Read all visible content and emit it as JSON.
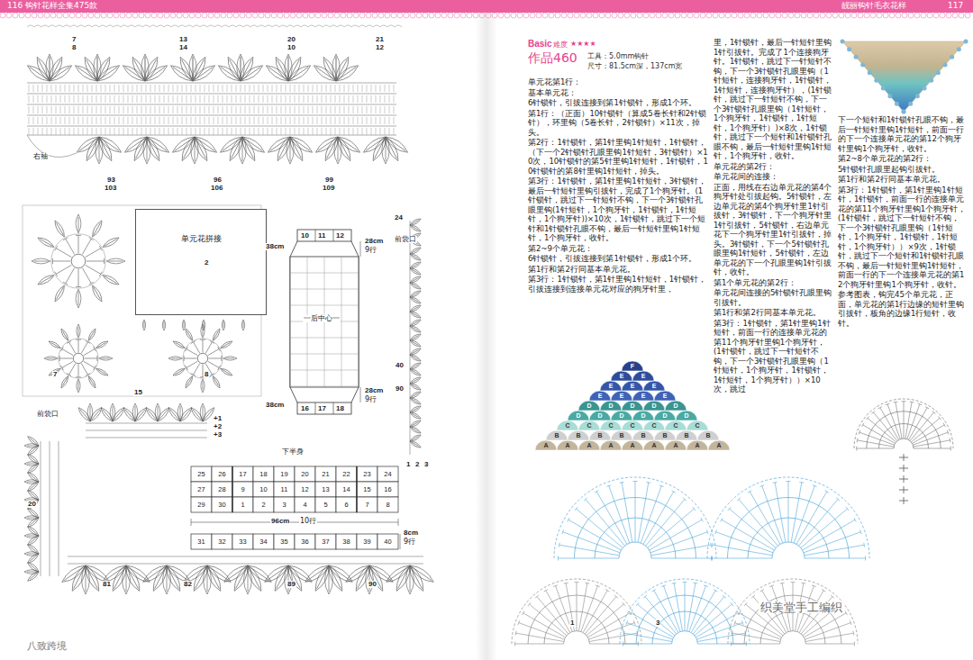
{
  "diagram": {
    "nodes": [
      {
        "text": [
          "116",
          "钩针花样全集475款",
          "靓丽钩针毛衣花样",
          "117"
        ]
      },
      {
        "text": [
          "单元花拼接"
        ]
      }
    ],
    "labels": [
      "7",
      "8",
      "13",
      "14",
      "20",
      "10",
      "21",
      "12",
      "右袖",
      "93",
      "103",
      "96",
      "106",
      "99",
      "109",
      "2",
      "7",
      "8",
      "15",
      "28cm",
      "9行",
      "38cm",
      "38cm",
      "28cm",
      "9行",
      "10",
      "11",
      "12",
      "一后中心一",
      "16",
      "17",
      "18",
      "24",
      "前袋口",
      "40",
      "90",
      "1",
      "2",
      "3",
      "前袋口",
      "+1",
      "+2",
      "+3",
      "20",
      "下半身",
      "25",
      "26",
      "17",
      "18",
      "19",
      "20",
      "21",
      "22",
      "23",
      "24",
      "27",
      "28",
      "9",
      "10",
      "11",
      "12",
      "13",
      "14",
      "15",
      "16",
      "29",
      "30",
      "1",
      "2",
      "3",
      "4",
      "5",
      "6",
      "7",
      "8",
      "31",
      "32",
      "33",
      "34",
      "35",
      "36",
      "37",
      "38",
      "39",
      "40",
      "96cm",
      "10行",
      "8cm",
      "9行",
      "81",
      "82",
      "89",
      "90",
      "Basic",
      "难度",
      "★★★★",
      "作品460",
      "工具：5.0mm钩针",
      "尺寸：81.5cm深，137cm宽",
      "单元花第1行：",
      "基本单元花：",
      "6针锁针，引拔连接到第1针锁针，形成1个环。",
      "第1行：（正面）10针锁针（算成5卷长针和2针锁针），环里钩（5卷长针，2针锁针）×11次，掉头。",
      "第2行：1针锁针，第1针里钩1针短针，1针锁针，（下一个2针锁针孔眼里钩1针短针，3针锁针）×10次，10针锁针的第5针里钩1针短针，1针锁针，10针锁针的第8针里钩1针短针，掉头。",
      "第3行：1针锁针，第1针里钩1针短针，3针锁针，最后一针短针里钩引拔针，完成了1个狗牙针。(1针锁针，跳过下一针短针不钩，下一个3针锁针孔眼里钩(1针短针，1个狗牙针，1针锁针，1针短针，1个狗牙针))×10次，1针锁针，跳过下一个短针和1针锁针孔眼不钩，最后一针短针里钩1针短针，1个狗牙针，收针。",
      "第2~9个单元花：",
      "6针锁针，引拔连接到第1针锁针，形成1个环。",
      "第1行和第2行同基本单元花。",
      "第3行：1针锁针，第1针里钩1针短针，1针锁针，引拔连接到连接单元花对应的狗牙针里，",
      "里，1针锁针，最后一针短针里钩1针引拔针。完成了1个连接狗牙针。1针锁针，跳过下一针短针不钩，下一个3针锁针孔眼里钩（1针短针，连接狗牙针，1针锁针，1针短针，连接狗牙针），(1针锁针，跳过下一针短针不钩，下一个3针锁针孔眼里钩（1针短针，1个狗牙针，1针锁针，1针短针，1个狗牙针）)×8次，1针锁针，跳过下一个短针和1针锁针孔眼不钩，最后一针短针里钩1针短针，1个狗牙针，收针。",
      "单元花的第2行：",
      "单元花间的连接：",
      "正面，用线在右边单元花的第4个狗牙针处引拔起钩。5针锁针，左边单元花的第4个狗牙针里1针引拔针，3针锁针，下一个狗牙针里1针引拔针，5针锁针，右边单元花下一个狗牙针里1针引拔针，掉头。3针锁针，下一个5针锁针孔眼里钩1针短针，5针锁针，左边单元花的下一个孔眼里钩1针引拔针，收针。",
      "第1个单元花的第2行：",
      "单元花间连接的5针锁针孔眼里钩引拔针。",
      "第1行和第2行同基本单元花。",
      "第3行：1针锁针，第1针里钩1针短针，前面一行的连接单元花的第11个狗牙针里钩1个狗牙针，(1针锁针，跳过下一针短针不钩，下一个3针锁针孔眼里钩（1针短针，1个狗牙针，1针锁针，1针短针，1个狗牙针））×10次，跳过",
      "下一个短针和1针锁针孔眼不钩，最后一针短针里钩1针短针，前面一行的下一个连接单元花的第12个狗牙针里钩1个狗牙针，收针。",
      "第2~8个单元花的第2行：",
      "5针锁针孔眼里起钩引拔针。",
      "第1行和第2行同基本单元花。",
      "第3行：1针锁针，第1针里钩1针短针，1针锁针，前面一行的连接单元花的第11个狗牙针里钩1个狗牙针，(1针锁针，跳过下一针短针不钩，下一个3针锁针孔眼里钩（1针短针，1个狗牙针，1针锁针，1针短针，1个狗牙针））×9次，1针锁针，跳过下一个短针和1针锁针孔眼不钩，最后一针短针里钩1针短针，前面一行的下一个连接单元花的第12个狗牙针里钩1个狗牙针，收针。",
      "参考图表，钩完45个单元花，正面，单元花的第1行边缘的短针里钩引拔针，板角的边缘1行短针，收针。",
      "A",
      "A",
      "A",
      "A",
      "A",
      "A",
      "A",
      "A",
      "A",
      "B",
      "B",
      "B",
      "B",
      "B",
      "B",
      "B",
      "B",
      "C",
      "C",
      "C",
      "C",
      "C",
      "C",
      "C",
      "D",
      "D",
      "D",
      "D",
      "D",
      "D",
      "D",
      "D",
      "D",
      "D",
      "D",
      "E",
      "E",
      "E",
      "E",
      "E",
      "E",
      "E",
      "E",
      "E",
      "F",
      "1",
      "3",
      "织美堂手工编织",
      "八致跨境"
    ]
  }
}
